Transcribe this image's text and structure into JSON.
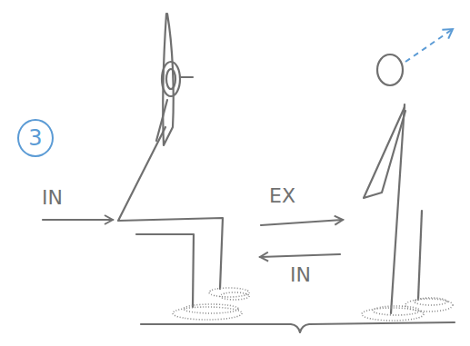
{
  "diagram": {
    "nodes": [
      {
        "text": [
          "3"
        ]
      }
    ],
    "labels": [
      "IN",
      "EX",
      "IN"
    ]
  }
}
